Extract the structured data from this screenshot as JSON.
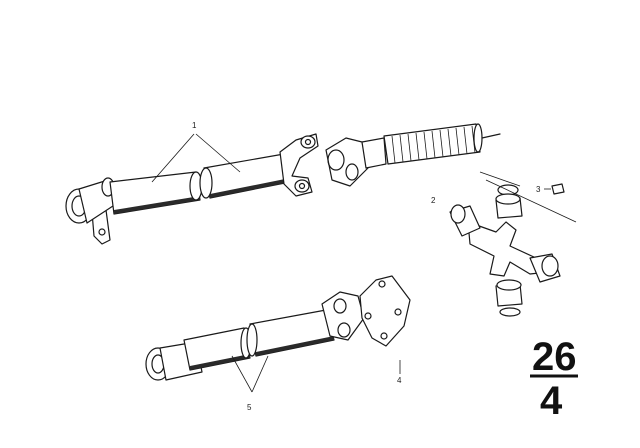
{
  "callouts": {
    "c1": "1",
    "c2": "2",
    "c3": "3",
    "c4": "4",
    "c5": "5"
  },
  "group_number": {
    "top": "26",
    "bottom": "4"
  }
}
